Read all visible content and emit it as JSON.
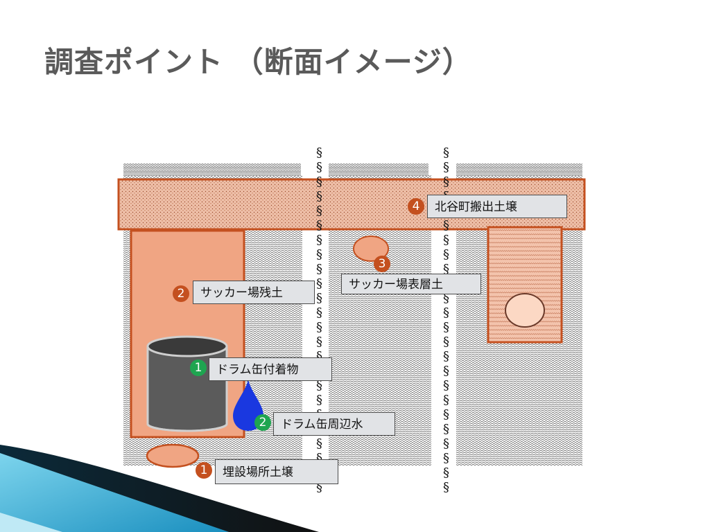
{
  "title": "調査ポイント （断面イメージ）",
  "labels": {
    "l1_num": "1",
    "l1_text": "ドラム缶付着物",
    "l2_num": "2",
    "l2_text": "ドラム缶周辺水",
    "r1_num": "1",
    "r1_text": "埋設場所土壌",
    "r2_num": "2",
    "r2_text": "サッカー場残土",
    "r3_num": "3",
    "r3_text": "サッカー場表層土",
    "r4_num": "4",
    "r4_text": "北谷町搬出土壌"
  },
  "colors": {
    "orange_fill": "#f0a583",
    "orange_border": "#c4501f",
    "green_badge": "#1ea550",
    "red_badge": "#c4501f",
    "label_bg": "#e1e3e6",
    "barrel": "#5b5b5b",
    "water": "#1a38e0"
  }
}
